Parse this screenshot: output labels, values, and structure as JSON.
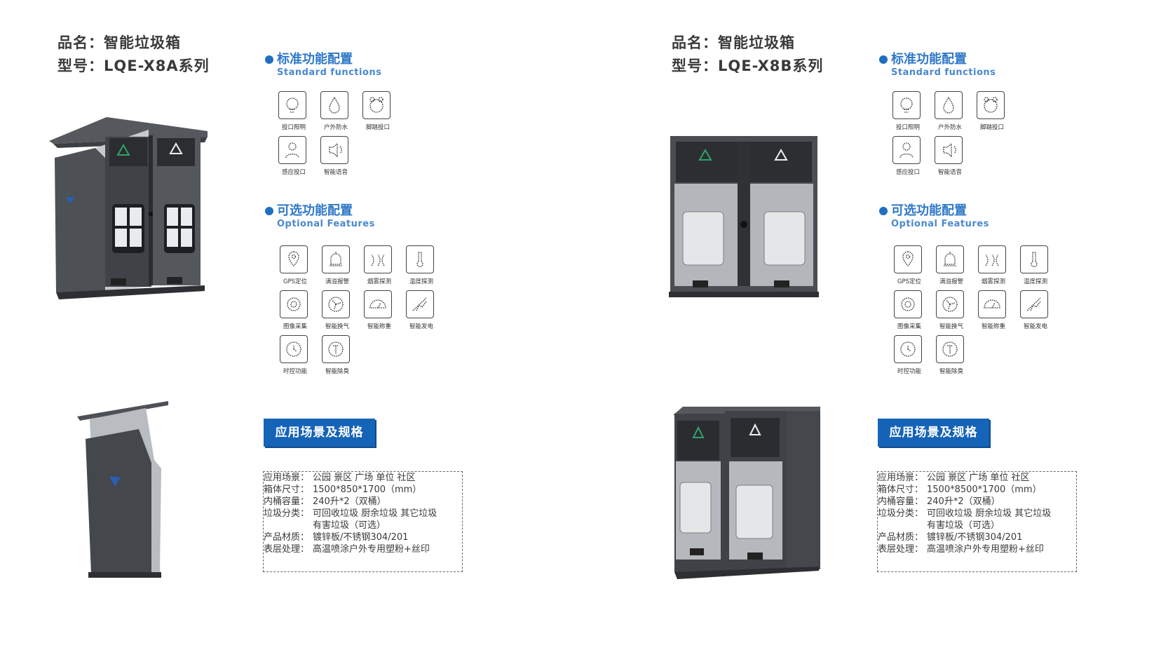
{
  "products": [
    {
      "name_line": "品名：智能垃圾箱",
      "model_line": "型号：LQE-X8A系列",
      "standard": {
        "title_zh": "标准功能配置",
        "title_en": "Standard functions",
        "items": [
          {
            "label": "投口照明",
            "icon": "lightbulb-icon"
          },
          {
            "label": "户外防水",
            "icon": "water-drop-icon"
          },
          {
            "label": "脚踏投口",
            "icon": "foot-pedal-icon"
          },
          {
            "label": "感应投口",
            "icon": "sensor-person-icon"
          },
          {
            "label": "智能语音",
            "icon": "speaker-icon"
          }
        ]
      },
      "optional": {
        "title_zh": "可选功能配置",
        "title_en": "Optional Features",
        "items": [
          {
            "label": "GPS定位",
            "icon": "gps-pin-icon"
          },
          {
            "label": "满溢报警",
            "icon": "alarm-icon"
          },
          {
            "label": "烟雾探测",
            "icon": "smoke-icon"
          },
          {
            "label": "温度探测",
            "icon": "thermometer-icon"
          },
          {
            "label": "图像采集",
            "icon": "camera-icon"
          },
          {
            "label": "智能换气",
            "icon": "fan-icon"
          },
          {
            "label": "智能称重",
            "icon": "scale-icon"
          },
          {
            "label": "智能发电",
            "icon": "solar-icon"
          },
          {
            "label": "时控功能",
            "icon": "clock-icon"
          },
          {
            "label": "智能除臭",
            "icon": "deodorize-icon"
          }
        ]
      },
      "spec_title": "应用场景及规格",
      "specs": [
        {
          "k": "应用场景：",
          "v": "公园 景区 广场 单位 社区"
        },
        {
          "k": "箱体尺寸：",
          "v": "1500*850*1700（mm）"
        },
        {
          "k": "内桶容量：",
          "v": "240升*2（双桶）"
        },
        {
          "k": "垃圾分类：",
          "v": "可回收垃圾 厨余垃圾 其它垃圾"
        },
        {
          "k": "",
          "v": "有害垃圾（可选）"
        },
        {
          "k": "产品材质：",
          "v": "镀锌板/不锈钢304/201"
        },
        {
          "k": "表层处理：",
          "v": "高温喷涂户外专用塑粉+丝印"
        }
      ],
      "colors": {
        "body": "#4a4d52",
        "panel": "#b3b7bb",
        "accent": "#1f6fc0"
      }
    },
    {
      "name_line": "品名：智能垃圾箱",
      "model_line": "型号：LQE-X8B系列",
      "standard": {
        "title_zh": "标准功能配置",
        "title_en": "Standard functions",
        "items": [
          {
            "label": "投口照明",
            "icon": "lightbulb-icon"
          },
          {
            "label": "户外防水",
            "icon": "water-drop-icon"
          },
          {
            "label": "脚踏投口",
            "icon": "foot-pedal-icon"
          },
          {
            "label": "感应投口",
            "icon": "sensor-person-icon"
          },
          {
            "label": "智能语音",
            "icon": "speaker-icon"
          }
        ]
      },
      "optional": {
        "title_zh": "可选功能配置",
        "title_en": "Optional Features",
        "items": [
          {
            "label": "GPS定位",
            "icon": "gps-pin-icon"
          },
          {
            "label": "满溢报警",
            "icon": "alarm-icon"
          },
          {
            "label": "烟雾探测",
            "icon": "smoke-icon"
          },
          {
            "label": "温度探测",
            "icon": "thermometer-icon"
          },
          {
            "label": "图像采集",
            "icon": "camera-icon"
          },
          {
            "label": "智能换气",
            "icon": "fan-icon"
          },
          {
            "label": "智能称重",
            "icon": "scale-icon"
          },
          {
            "label": "智能发电",
            "icon": "solar-icon"
          },
          {
            "label": "时控功能",
            "icon": "clock-icon"
          },
          {
            "label": "智能除臭",
            "icon": "deodorize-icon"
          }
        ]
      },
      "spec_title": "应用场景及规格",
      "specs": [
        {
          "k": "应用场景：",
          "v": "公园 景区 广场 单位 社区"
        },
        {
          "k": "箱体尺寸：",
          "v": "1500*8500*1700（mm）"
        },
        {
          "k": "内桶容量：",
          "v": "240升*2（双桶）"
        },
        {
          "k": "垃圾分类：",
          "v": "可回收垃圾 厨余垃圾 其它垃圾"
        },
        {
          "k": "",
          "v": "有害垃圾（可选）"
        },
        {
          "k": "产品材质：",
          "v": "镀锌板/不锈钢304/201"
        },
        {
          "k": "表层处理：",
          "v": "高温喷涂户外专用塑粉+丝印"
        }
      ],
      "colors": {
        "body": "#4a4d52",
        "panel": "#b3b7bb",
        "accent": "#1f6fc0"
      }
    }
  ]
}
